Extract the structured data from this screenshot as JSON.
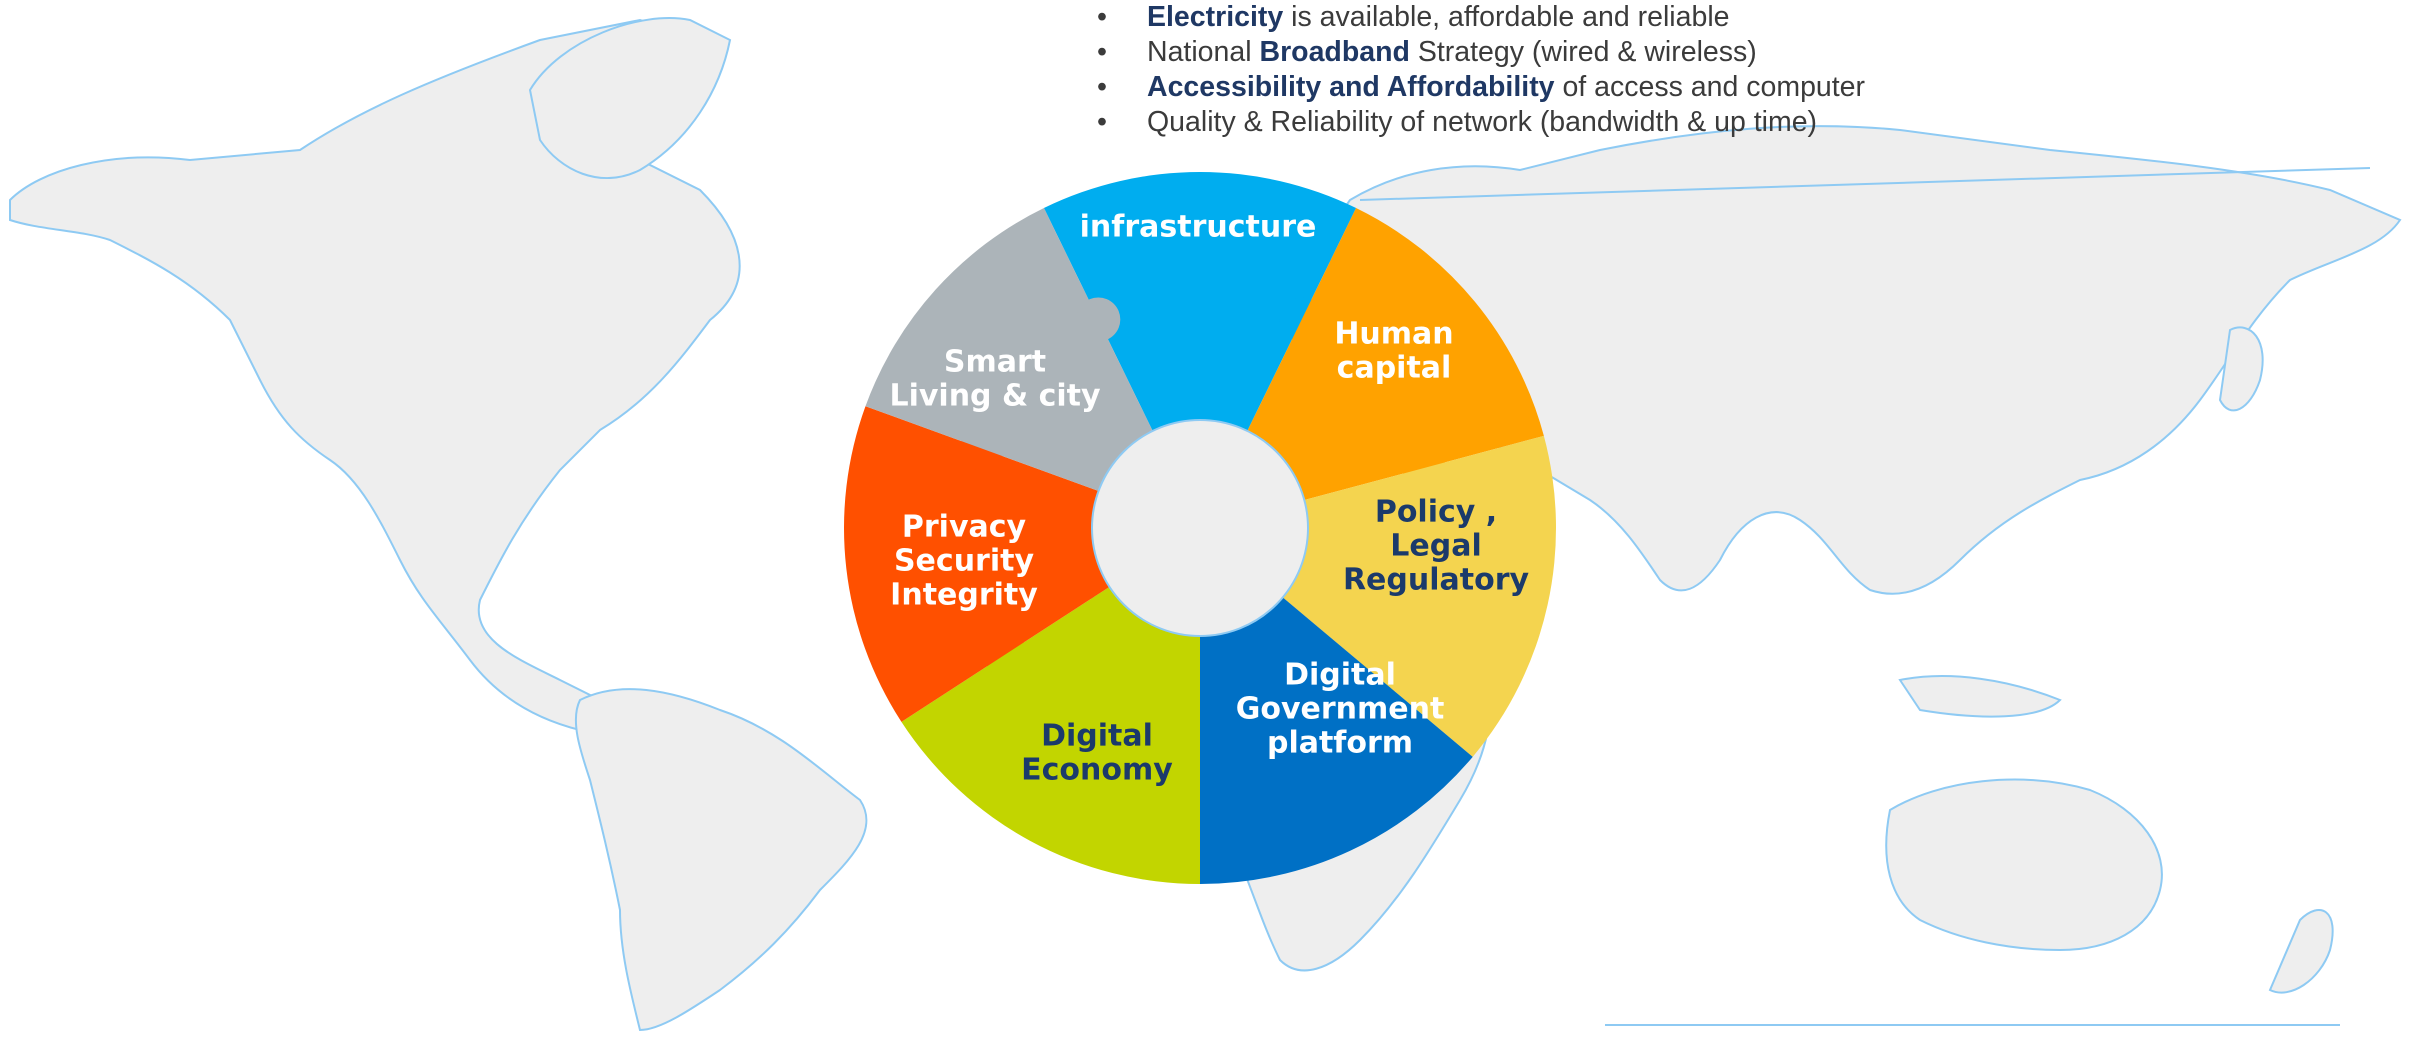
{
  "bullets": [
    {
      "bold": "Electricity",
      "rest": " is available,  affordable and reliable"
    },
    {
      "pre": "National ",
      "bold": "Broadband",
      "rest": " Strategy  (wired & wireless)"
    },
    {
      "bold": "Accessibility and Affordability",
      "rest": " of access and computer"
    },
    {
      "rest": "Quality &  Reliability of network (bandwidth & up time)"
    }
  ],
  "bullet_symbol": "•",
  "wheel": {
    "segments": [
      {
        "lines": [
          "infrastructure"
        ],
        "color": "#00adef",
        "text_color": "#ffffff"
      },
      {
        "lines": [
          "Human",
          "capital"
        ],
        "color": "#ffa200",
        "text_color": "#ffffff"
      },
      {
        "lines": [
          "Policy ,",
          "Legal",
          "Regulatory"
        ],
        "color": "#f4d44f",
        "text_color": "#1b3a6b"
      },
      {
        "lines": [
          "Digital",
          "Government",
          "platform"
        ],
        "color": "#0070c5",
        "text_color": "#ffffff"
      },
      {
        "lines": [
          "Digital",
          "Economy"
        ],
        "color": "#c2d500",
        "text_color": "#1b3a6b"
      },
      {
        "lines": [
          "Privacy",
          "Security",
          "Integrity"
        ],
        "color": "#ff5000",
        "text_color": "#ffffff"
      },
      {
        "lines": [
          "Smart",
          "Living & city"
        ],
        "color": "#acb4b9",
        "text_color": "#ffffff"
      }
    ]
  },
  "colors": {
    "map_fill": "#eeeeee",
    "map_stroke": "#8ecaf3",
    "heading_bold": "#1f3864",
    "body_text": "#3b3b3b"
  }
}
